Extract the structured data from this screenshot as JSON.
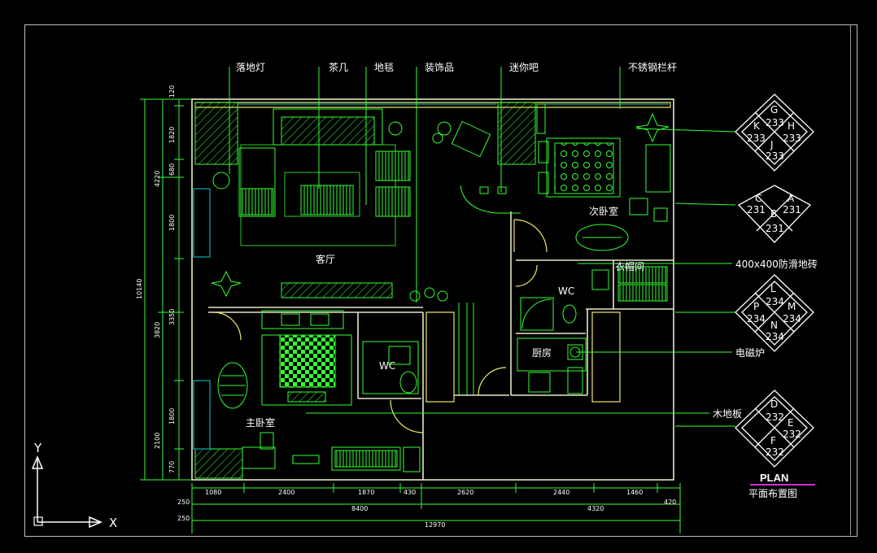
{
  "callouts": {
    "floor_lamp": "落地灯",
    "coffee_table": "茶几",
    "carpet": "地毯",
    "decor": "装饰品",
    "mini_bar": "迷你吧",
    "railing": "不锈钢栏杆",
    "tiles": "400x400防滑地砖",
    "induction": "电磁炉",
    "wood_floor": "木地板"
  },
  "rooms": {
    "living": "客厅",
    "second_bed": "次卧室",
    "cloak": "衣帽间",
    "wc1": "WC",
    "wc2": "WC",
    "kitchen": "厨房",
    "master": "主卧室"
  },
  "dims_bottom_1": [
    "1080",
    "2400",
    "1870",
    "430",
    "2620",
    "2440",
    "1460",
    "420"
  ],
  "dims_bottom_2": [
    "8400",
    "4320"
  ],
  "dims_bottom_total": "12970",
  "dims_bottom_side": [
    "250",
    "250"
  ],
  "dims_left_1": [
    "120",
    "1820",
    "680",
    "1800",
    "3350",
    "1800",
    "770"
  ],
  "dims_left_2": [
    "4220",
    "3820",
    "2100"
  ],
  "dims_left_total": "10140",
  "tags": [
    {
      "top": "G",
      "left": "K",
      "right": "H",
      "bottom": "J",
      "n_top": "233",
      "n_left": "233",
      "n_right": "233",
      "n_bottom": "233"
    },
    {
      "top": "C",
      "right": "A",
      "center": "B",
      "n_left": "231",
      "n_right": "231",
      "n_bottom": "231"
    },
    {
      "top": "L",
      "left": "P",
      "right": "M",
      "bottom": "N",
      "n_top": "234",
      "n_left": "234",
      "n_right": "234",
      "n_bottom": "234"
    },
    {
      "top": "D",
      "right": "E",
      "bottom": "F",
      "n_top": "232",
      "n_right": "232",
      "n_bottom": "232"
    }
  ],
  "title": {
    "main": "PLAN",
    "sub": "平面布置图"
  },
  "ucs": {
    "x": "X",
    "y": "Y"
  },
  "colors": {
    "background": "#000000",
    "walls": "#e6e6c8",
    "furniture": "#33ff33",
    "window": "#00d0d0",
    "outline": "#f0e86a",
    "title_underline": "#cc33cc"
  }
}
